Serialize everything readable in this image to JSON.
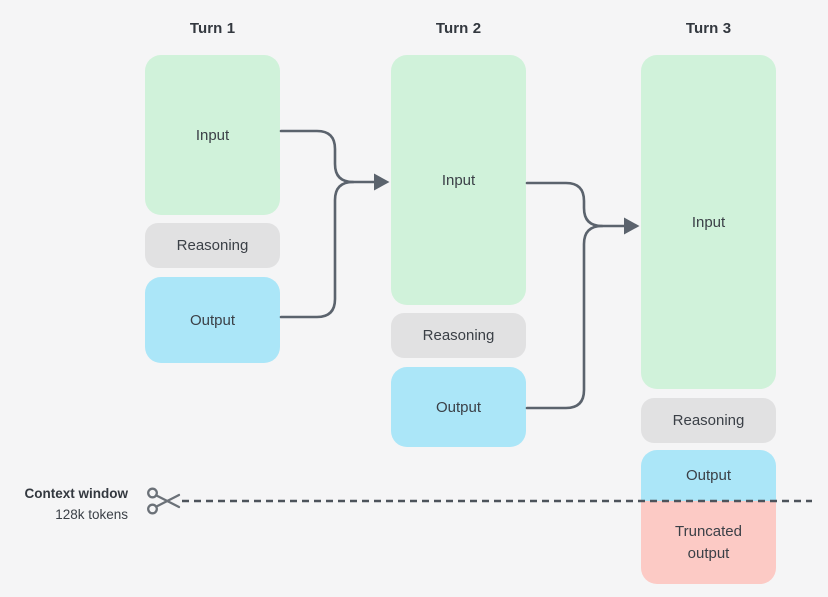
{
  "turns": [
    {
      "title": "Turn 1",
      "blocks": {
        "input": "Input",
        "reasoning": "Reasoning",
        "output": "Output"
      }
    },
    {
      "title": "Turn 2",
      "blocks": {
        "input": "Input",
        "reasoning": "Reasoning",
        "output": "Output"
      }
    },
    {
      "title": "Turn 3",
      "blocks": {
        "input": "Input",
        "reasoning": "Reasoning",
        "output": "Output",
        "truncated": "Truncated output"
      }
    }
  ],
  "context_window": {
    "label": "Context window",
    "value": "128k tokens"
  },
  "icons": {
    "scissors": "scissors-icon",
    "arrowhead": "arrowhead-icon"
  },
  "colors": {
    "background": "#f5f5f6",
    "input_block": "#d0f2da",
    "reasoning_block": "#e1e1e2",
    "output_block": "#abe6f8",
    "truncated_block": "#fccac5",
    "arrow": "#5b636d",
    "cut_line": "#4d535b",
    "scissors": "#6b7178",
    "label_text": "#3b4047",
    "title_text": "#33383f"
  }
}
